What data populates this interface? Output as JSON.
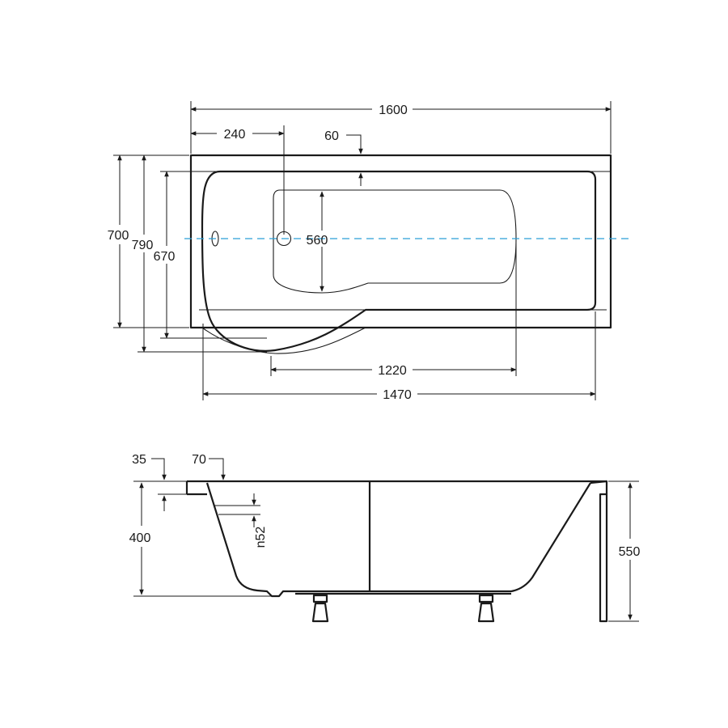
{
  "colors": {
    "line": "#1a1a1a",
    "centerline": "#2a9fd6",
    "background": "#ffffff"
  },
  "top_view": {
    "overall_length": "1600",
    "offset_240": "240",
    "rim_60": "60",
    "width_700": "700",
    "width_790": "790",
    "width_670": "670",
    "inner_560": "560",
    "bottom_1220": "1220",
    "inner_1470": "1470"
  },
  "side_view": {
    "rim_35": "35",
    "rim_70": "70",
    "depth_400": "400",
    "height_550": "550",
    "overflow_label": "n52"
  }
}
